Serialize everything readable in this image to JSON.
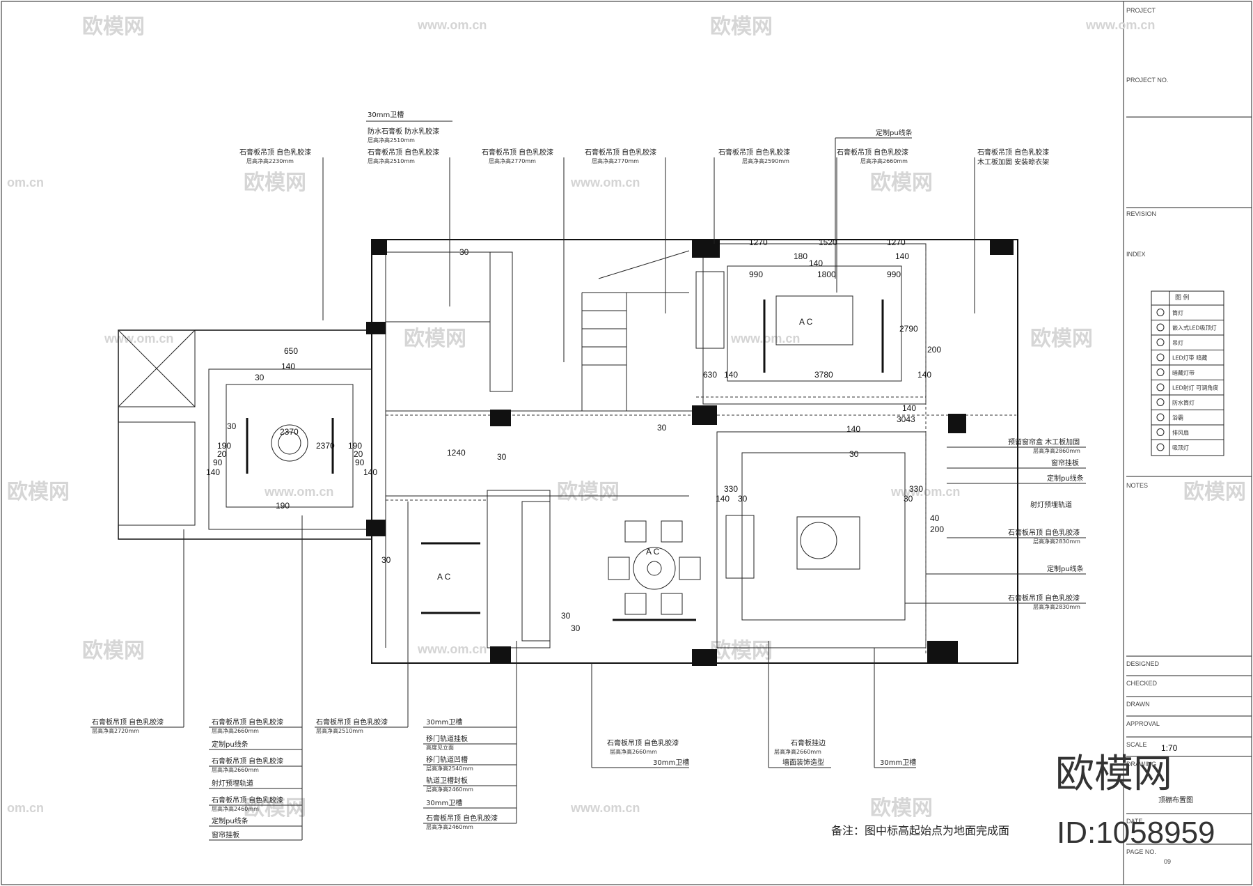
{
  "watermarks": {
    "brand": "欧模网",
    "url": "www.om.cn",
    "url_left": "om.cn",
    "brand_right_cut": "欧模网"
  },
  "top_labels": [
    {
      "line1": "30mm卫槽",
      "line2": ""
    },
    {
      "line1": "防水石膏板 防水乳胶漆",
      "line2": "层高净高2510mm"
    },
    {
      "line1": "石膏板吊顶 自色乳胶漆",
      "line2": "层高净高2230mm"
    },
    {
      "line1": "石膏板吊顶 自色乳胶漆",
      "line2": "层高净高2510mm"
    },
    {
      "line1": "石膏板吊顶 自色乳胶漆",
      "line2": "层高净高2770mm"
    },
    {
      "line1": "石膏板吊顶 自色乳胶漆",
      "line2": "层高净高2770mm"
    },
    {
      "line1": "石膏板吊顶 自色乳胶漆",
      "line2": "层高净高2590mm"
    },
    {
      "line1": "定制pu线条",
      "line2": ""
    },
    {
      "line1": "石膏板吊顶 自色乳胶漆",
      "line2": "层高净高2660mm"
    },
    {
      "line1": "石膏板吊顶 自色乳胶漆",
      "line2": "木工板加固 安装晾衣架"
    }
  ],
  "right_labels": [
    {
      "line1": "预留窗帘盒 木工板加固",
      "line2": "层高净高2860mm"
    },
    {
      "line1": "窗帘挂板",
      "line2": ""
    },
    {
      "line1": "定制pu线条",
      "line2": ""
    },
    {
      "line1": "射灯预埋轨道",
      "line2": ""
    },
    {
      "line1": "石膏板吊顶 自色乳胶漆",
      "line2": "层高净高2830mm"
    },
    {
      "line1": "定制pu线条",
      "line2": ""
    },
    {
      "line1": "石膏板吊顶 自色乳胶漆",
      "line2": "层高净高2830mm"
    }
  ],
  "bottom_labels": [
    {
      "line1": "石膏板吊顶 自色乳胶漆",
      "line2": "层高净高2720mm"
    },
    {
      "line1": "石膏板吊顶 自色乳胶漆",
      "line2": "层高净高2660mm"
    },
    {
      "line1": "定制pu线条",
      "line2": ""
    },
    {
      "line1": "石膏板吊顶 自色乳胶漆",
      "line2": "层高净高2660mm"
    },
    {
      "line1": "射灯预埋轨道",
      "line2": ""
    },
    {
      "line1": "石膏板吊顶 自色乳胶漆",
      "line2": "层高净高2460mm"
    },
    {
      "line1": "定制pu线条",
      "line2": ""
    },
    {
      "line1": "窗帘挂板",
      "line2": ""
    },
    {
      "line1": "石膏板吊顶 自色乳胶漆",
      "line2": "层高净高2510mm"
    },
    {
      "line1": "30mm卫槽",
      "line2": ""
    },
    {
      "line1": "移门轨道挂板",
      "line2": "高度见立面"
    },
    {
      "line1": "移门轨道凹槽",
      "line2": "层高净高2540mm"
    },
    {
      "line1": "轨道卫槽封板",
      "line2": "层高净高2460mm"
    },
    {
      "line1": "30mm卫槽",
      "line2": ""
    },
    {
      "line1": "石膏板吊顶 自色乳胶漆",
      "line2": "层高净高2460mm"
    },
    {
      "line1": "石膏板吊顶 自色乳胶漆",
      "line2": "层高净高2660mm"
    },
    {
      "line1": "30mm卫槽",
      "line2": ""
    },
    {
      "line1": "石膏板挂边",
      "line2": "层高净高2660mm"
    },
    {
      "line1": "墙面装饰造型",
      "line2": ""
    },
    {
      "line1": "30mm卫槽",
      "line2": ""
    }
  ],
  "dimensions": [
    "1270",
    "1520",
    "1270",
    "990",
    "1800",
    "990",
    "180",
    "140",
    "140",
    "2790",
    "630",
    "140",
    "3780",
    "140",
    "200",
    "30",
    "3043",
    "140",
    "650",
    "30",
    "140",
    "2370",
    "190",
    "190",
    "20",
    "90",
    "140",
    "30",
    "2370",
    "190",
    "20",
    "90",
    "140",
    "1240",
    "330",
    "330",
    "30",
    "30",
    "140",
    "140",
    "30",
    "200",
    "40",
    "30",
    "30",
    "30",
    "30",
    "30"
  ],
  "room_labels": {
    "ac1": "A C",
    "ac2": "A C",
    "ac3": "A C"
  },
  "legend": {
    "title": "图 例",
    "items": [
      "筒灯",
      "嵌入式LED吸顶灯",
      "吊灯",
      "LED灯带 暗藏",
      "暗藏灯带",
      "LED射灯 可调角度",
      "防水筒灯",
      "浴霸",
      "排风扇",
      "吸顶灯"
    ]
  },
  "title_block": {
    "project": "PROJECT",
    "project_no": "PROJECT NO.",
    "revision": "REVISION",
    "index": "INDEX",
    "notes": "NOTES",
    "designed": "DESIGNED",
    "checked": "CHECKED",
    "drawn": "DRAWN",
    "approval": "APPROVAL",
    "scale_label": "SCALE",
    "scale": "1:70",
    "drawing": "DRAWING",
    "drawing_title": "顶棚布置图",
    "date": "DATE",
    "page_no": "PAGE NO.",
    "page": "09"
  },
  "note": "备注：图中标高起始点为地面完成面",
  "stamp": {
    "brand": "欧模网",
    "id": "ID:1058959"
  }
}
